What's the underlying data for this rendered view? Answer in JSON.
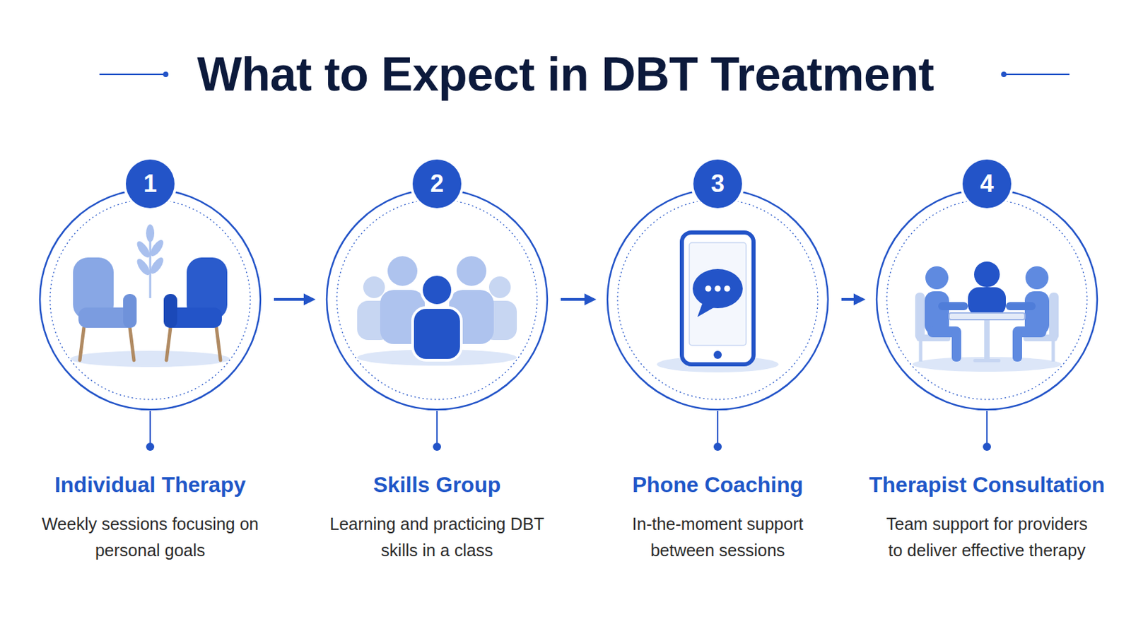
{
  "diagram": {
    "title": "What to Expect in DBT Treatment",
    "nodes": [
      {
        "text": [
          "1",
          "Individual Therapy",
          "Weekly sessions focusing on personal goals"
        ]
      },
      {
        "text": [
          "2",
          "Skills Group",
          "Learning and practicing DBT skills in a class"
        ]
      },
      {
        "text": [
          "3",
          "Phone Coaching",
          "In-the-moment support between sessions"
        ]
      },
      {
        "text": [
          "4",
          "Therapist Consultation",
          "Team support for providers to deliver effective therapy"
        ]
      }
    ],
    "edges": [
      {
        "from": 0,
        "to": 1,
        "arrow": "to"
      },
      {
        "from": 1,
        "to": 2,
        "arrow": "to"
      },
      {
        "from": 2,
        "to": 3,
        "arrow": "to"
      }
    ]
  }
}
